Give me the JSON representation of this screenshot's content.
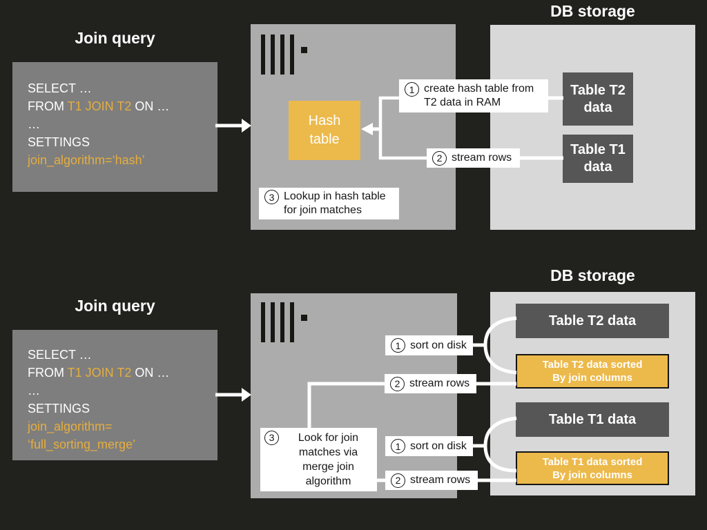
{
  "colors": {
    "background": "#21211e",
    "query_box_gray": "#7e7e7e",
    "server_box_gray": "#acacac",
    "storage_box_gray": "#d8d8d8",
    "table_dark_gray": "#565656",
    "accent_orange": "#ecb94b",
    "sql_orange": "#e6ae3e"
  },
  "top": {
    "query_title": "Join query",
    "sql_lines": {
      "l1": "SELECT …",
      "l2a": "FROM ",
      "l2b": "T1 JOIN T2",
      "l2c": " ON …",
      "l3": "…",
      "l4": "SETTINGS",
      "l5": "join_algorithm=‘hash’"
    },
    "hash_table": {
      "line1": "Hash",
      "line2": "table"
    },
    "callouts": [
      {
        "num": "1",
        "lines": [
          "create hash table from",
          "T2 data in RAM"
        ]
      },
      {
        "num": "2",
        "lines": [
          "stream rows"
        ]
      },
      {
        "num": "3",
        "lines": [
          "Lookup in hash table",
          "for join matches"
        ]
      }
    ],
    "storage_title": "DB storage",
    "tables": [
      {
        "line1": "Table T2",
        "line2": "data"
      },
      {
        "line1": "Table T1",
        "line2": "data"
      }
    ]
  },
  "bottom": {
    "query_title": "Join query",
    "sql_lines": {
      "l1": "SELECT …",
      "l2a": "FROM ",
      "l2b": "T1 JOIN T2",
      "l2c": " ON …",
      "l3": "…",
      "l4": "SETTINGS",
      "l5": "join_algorithm=",
      "l6": "‘full_sorting_merge’"
    },
    "callouts": [
      {
        "num": "1",
        "lines": [
          "sort on disk"
        ]
      },
      {
        "num": "2",
        "lines": [
          "stream rows"
        ]
      },
      {
        "num": "3",
        "lines": [
          "Look for join",
          "matches via",
          "merge join",
          "algorithm"
        ]
      },
      {
        "num": "1",
        "lines": [
          "sort on disk"
        ]
      },
      {
        "num": "2",
        "lines": [
          "stream rows"
        ]
      }
    ],
    "storage_title": "DB storage",
    "tables": [
      {
        "type": "dark",
        "line1": "Table T2 data"
      },
      {
        "type": "sorted",
        "line1": "Table T2 data sorted",
        "line2": "By join columns"
      },
      {
        "type": "dark",
        "line1": "Table T1 data"
      },
      {
        "type": "sorted",
        "line1": "Table T1 data sorted",
        "line2": "By join columns"
      }
    ]
  }
}
